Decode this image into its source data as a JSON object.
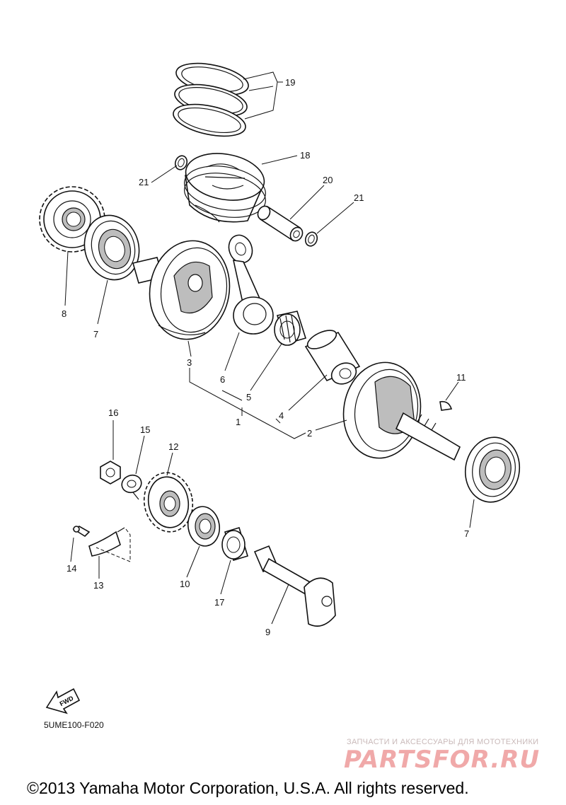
{
  "diagram": {
    "callouts": {
      "p1": "1",
      "p2": "2",
      "p3": "3",
      "p4": "4",
      "p5": "5",
      "p6": "6",
      "p7a": "7",
      "p7b": "7",
      "p8": "8",
      "p9": "9",
      "p10": "10",
      "p11": "11",
      "p12": "12",
      "p13": "13",
      "p14": "14",
      "p15": "15",
      "p16": "16",
      "p17": "17",
      "p18": "18",
      "p19": "19",
      "p20": "20",
      "p21a": "21",
      "p21b": "21"
    },
    "fwd_label": "FWD",
    "diagram_code": "5UME100-F020"
  },
  "watermark": {
    "tagline": "ЗАПЧАСТИ И АКСЕССУАРЫ ДЛЯ МОТОТЕХНИКИ",
    "brand": "PARTSFOR.RU"
  },
  "footer": {
    "copyright": "©2013 Yamaha Motor Corporation, U.S.A. All rights reserved."
  }
}
